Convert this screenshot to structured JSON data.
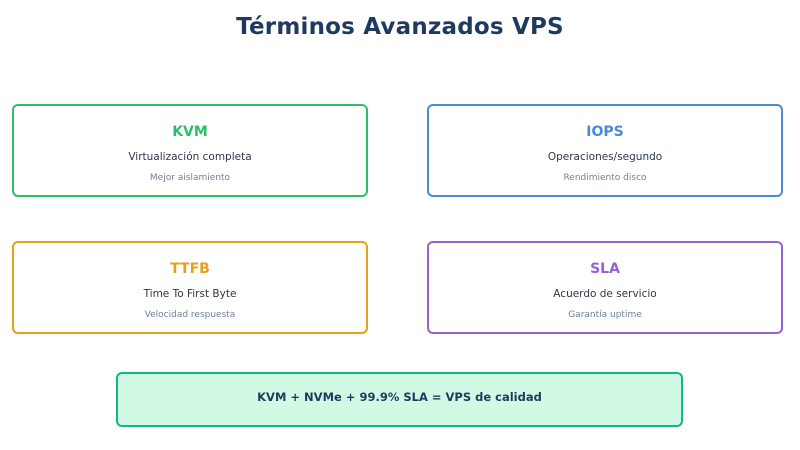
{
  "title": "Términos Avanzados VPS",
  "cards": [
    {
      "term": "KVM",
      "description": "Virtualización completa",
      "note": "Mejor aislamiento",
      "color": "#2bbf6a"
    },
    {
      "term": "IOPS",
      "description": "Operaciones/segundo",
      "note": "Rendimiento disco",
      "color": "#4a8ad6"
    },
    {
      "term": "TTFB",
      "description": "Time To First Byte",
      "note": "Velocidad respuesta",
      "color": "#e6a019"
    },
    {
      "term": "SLA",
      "description": "Acuerdo de servicio",
      "note": "Garantía uptime",
      "color": "#9461d6"
    }
  ],
  "summary": {
    "text": "KVM + NVMe + 99.9% SLA = VPS de calidad",
    "border_color": "#10b981",
    "background_color": "#d1fae5"
  }
}
